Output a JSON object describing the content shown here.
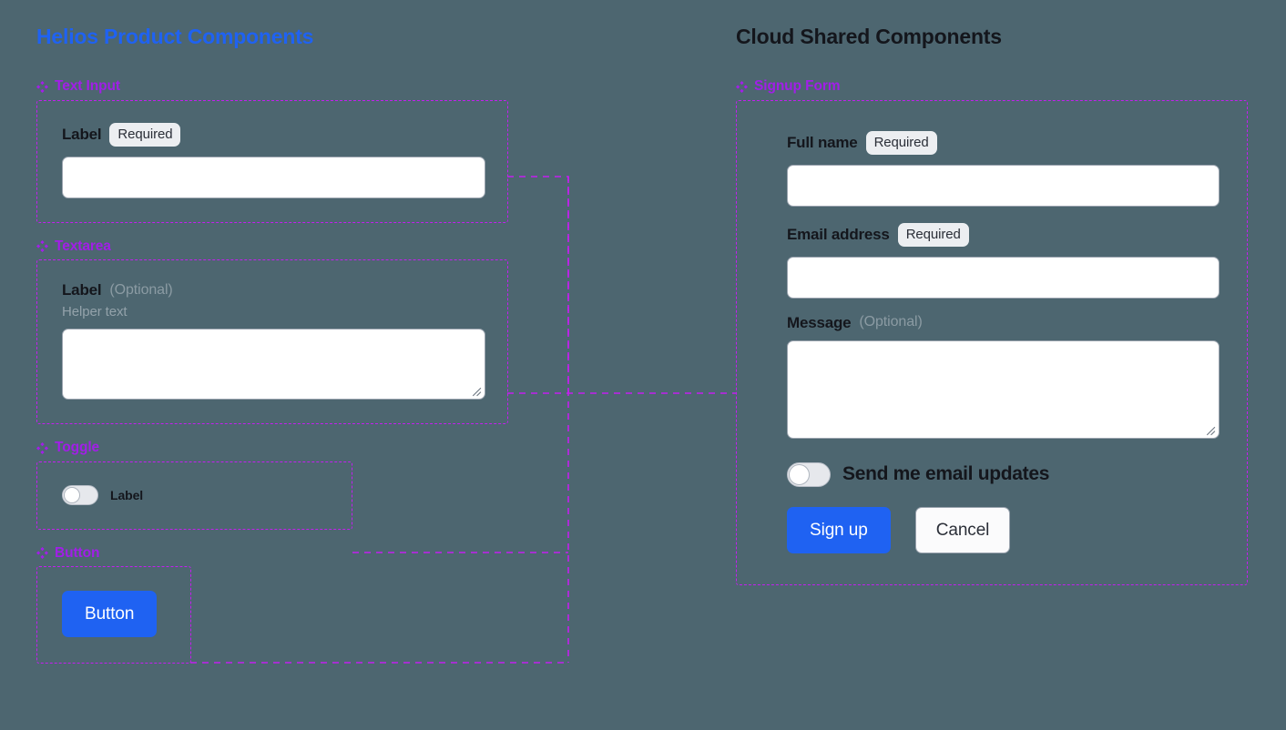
{
  "canvas": {
    "background_color": "#4d6670",
    "accent_blue": "#1f62f2",
    "accent_magenta": "#c41ef0",
    "section_label_color": "#a21ee8"
  },
  "left_column": {
    "title": "Helios Product Components",
    "sections": [
      {
        "icon": "diamond-cluster-icon",
        "label": "Text Input",
        "field": {
          "label": "Label",
          "badge": "Required",
          "input_value": "",
          "input_placeholder": ""
        }
      },
      {
        "icon": "diamond-cluster-icon",
        "label": "Textarea",
        "field": {
          "label": "Label",
          "optional": "(Optional)",
          "helper": "Helper text",
          "textarea_value": "",
          "textarea_placeholder": ""
        }
      },
      {
        "icon": "diamond-cluster-icon",
        "label": "Toggle",
        "toggle": {
          "label": "Label",
          "state": "off"
        }
      },
      {
        "icon": "diamond-cluster-icon",
        "label": "Button",
        "button": {
          "label": "Button"
        }
      }
    ]
  },
  "right_column": {
    "title": "Cloud Shared Components",
    "section": {
      "icon": "diamond-cluster-icon",
      "label": "Signup Form",
      "fields": [
        {
          "label": "Full name",
          "badge": "Required",
          "value": "",
          "placeholder": ""
        },
        {
          "label": "Email address",
          "badge": "Required",
          "value": "",
          "placeholder": ""
        },
        {
          "label": "Message",
          "optional": "(Optional)",
          "value": "",
          "placeholder": ""
        }
      ],
      "toggle": {
        "label": "Send me email updates",
        "state": "off"
      },
      "actions": {
        "primary": "Sign up",
        "secondary": "Cancel"
      }
    }
  }
}
